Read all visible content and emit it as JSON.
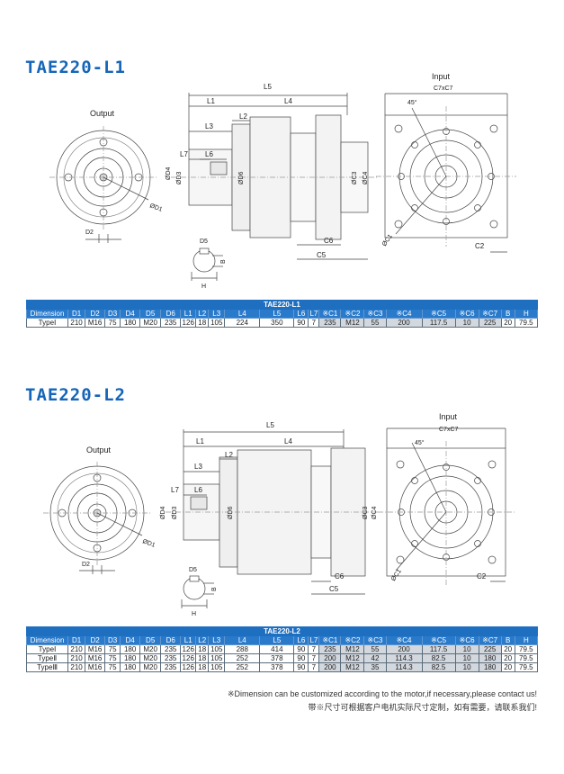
{
  "sections": [
    {
      "model": "TAE220-L1",
      "labels": {
        "output": "Output",
        "input": "Input",
        "c7": "C7xC7",
        "angle": "45°",
        "L5": "L5",
        "L1": "L1",
        "L4": "L4",
        "L3": "L3",
        "L2": "L2",
        "L7": "L7",
        "L6": "L6",
        "D4": "ØD4",
        "D3": "ØD3",
        "D6": "ØD6",
        "C3": "ØC3",
        "C4": "ØC4",
        "D1": "ØD1",
        "D2": "D2",
        "D5": "D5",
        "B": "B",
        "H": "H",
        "C6": "C6",
        "C5": "C5",
        "C1": "ØC1",
        "C2": "C2"
      },
      "table_title": "TAE220-L1",
      "headers": [
        "Dimension",
        "D1",
        "D2",
        "D3",
        "D4",
        "D5",
        "D6",
        "L1",
        "L2",
        "L3",
        "L4",
        "L5",
        "L6",
        "L7",
        "※C1",
        "※C2",
        "※C3",
        "※C4",
        "※C5",
        "※C6",
        "※C7",
        "B",
        "H"
      ],
      "rows": [
        [
          "TypeⅠ",
          "210",
          "M16",
          "75",
          "180",
          "M20",
          "235",
          "126",
          "18",
          "105",
          "224",
          "350",
          "90",
          "7",
          "235",
          "M12",
          "55",
          "200",
          "117.5",
          "10",
          "225",
          "20",
          "79.5"
        ]
      ]
    },
    {
      "model": "TAE220-L2",
      "labels": {
        "output": "Output",
        "input": "Input",
        "c7": "C7xC7",
        "angle": "45°",
        "L5": "L5",
        "L1": "L1",
        "L4": "L4",
        "L3": "L3",
        "L2": "L2",
        "L7": "L7",
        "L6": "L6",
        "D4": "ØD4",
        "D3": "ØD3",
        "D6": "ØD6",
        "C3": "ØC3",
        "C4": "ØC4",
        "D1": "ØD1",
        "D2": "D2",
        "D5": "D5",
        "B": "B",
        "H": "H",
        "C6": "C6",
        "C5": "C5",
        "C1": "ØC1",
        "C2": "C2"
      },
      "table_title": "TAE220-L2",
      "headers": [
        "Dimension",
        "D1",
        "D2",
        "D3",
        "D4",
        "D5",
        "D6",
        "L1",
        "L2",
        "L3",
        "L4",
        "L5",
        "L6",
        "L7",
        "※C1",
        "※C2",
        "※C3",
        "※C4",
        "※C5",
        "※C6",
        "※C7",
        "B",
        "H"
      ],
      "rows": [
        [
          "TypeⅠ",
          "210",
          "M16",
          "75",
          "180",
          "M20",
          "235",
          "126",
          "18",
          "105",
          "288",
          "414",
          "90",
          "7",
          "235",
          "M12",
          "55",
          "200",
          "117.5",
          "10",
          "225",
          "20",
          "79.5"
        ],
        [
          "TypeⅡ",
          "210",
          "M16",
          "75",
          "180",
          "M20",
          "235",
          "126",
          "18",
          "105",
          "252",
          "378",
          "90",
          "7",
          "200",
          "M12",
          "42",
          "114.3",
          "82.5",
          "10",
          "180",
          "20",
          "79.5"
        ],
        [
          "TypeⅢ",
          "210",
          "M16",
          "75",
          "180",
          "M20",
          "235",
          "126",
          "18",
          "105",
          "252",
          "378",
          "90",
          "7",
          "200",
          "M12",
          "35",
          "114.3",
          "82.5",
          "10",
          "180",
          "20",
          "79.5"
        ]
      ]
    }
  ],
  "footnote": {
    "en": "※Dimension can be customized according to the motor,if necessary,please contact us!",
    "zh": "带※尺寸可根据客户电机实际尺寸定制，如有需要，请联系我们!"
  },
  "colors": {
    "title": "#1565b8",
    "table_header": "#2a7acb",
    "highlight": "#d3d8de"
  }
}
